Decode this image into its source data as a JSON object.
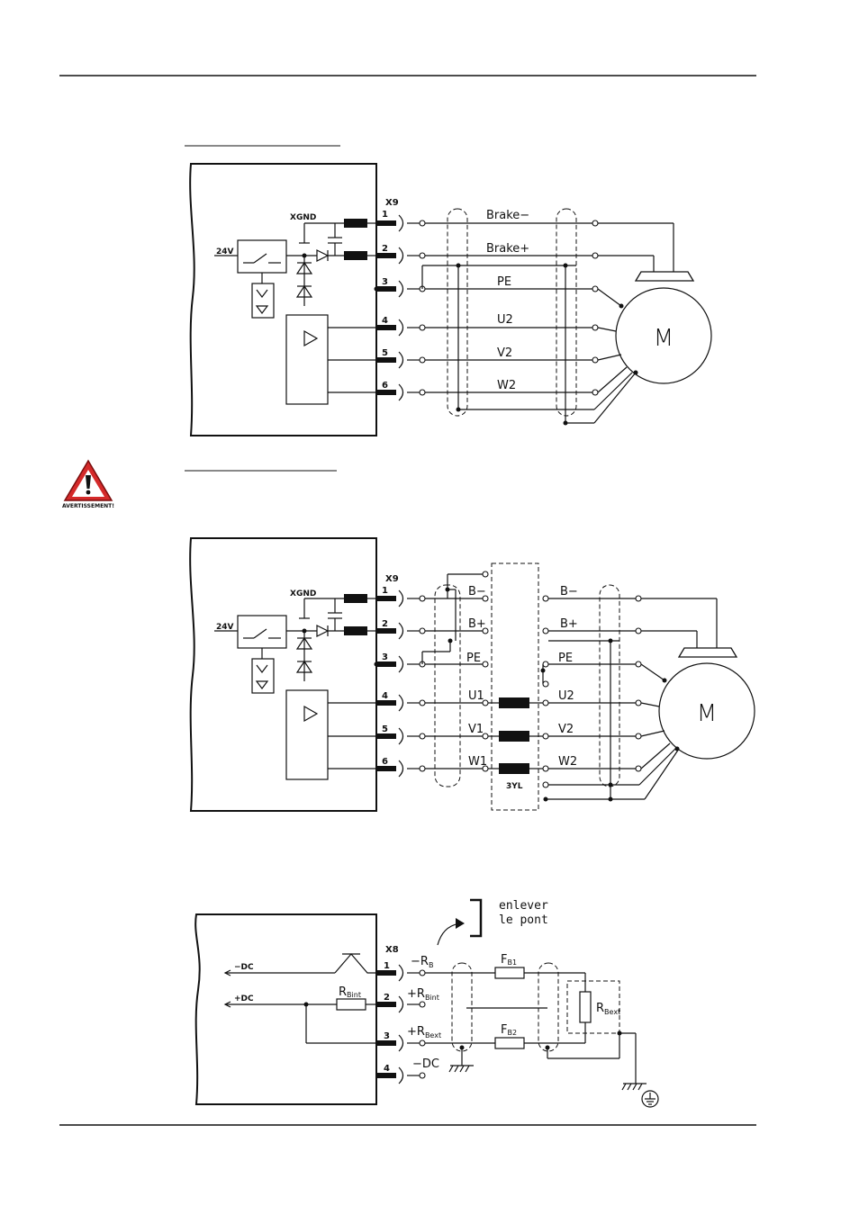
{
  "warning": {
    "label": "AVERTISSEMENT!"
  },
  "diagram1": {
    "connector": "X9",
    "xgnd": "XGND",
    "voltage": "24V",
    "pins": [
      "1",
      "2",
      "3",
      "4",
      "5",
      "6"
    ],
    "signals": [
      "Brake−",
      "Brake+",
      "PE",
      "U2",
      "V2",
      "W2"
    ],
    "motor": "M"
  },
  "diagram2": {
    "connector": "X9",
    "xgnd": "XGND",
    "voltage": "24V",
    "pins": [
      "1",
      "2",
      "3",
      "4",
      "5",
      "6"
    ],
    "left_signals": [
      "B−",
      "B+",
      "PE",
      "U1",
      "V1",
      "W1"
    ],
    "right_signals": [
      "B−",
      "B+",
      "PE",
      "U2",
      "V2",
      "W2"
    ],
    "choke": "3YL",
    "motor": "M"
  },
  "diagram3": {
    "connector": "X8",
    "minus_dc": "−DC",
    "plus_dc": "+DC",
    "rbint_main": "R",
    "rbint_sub": "Bint",
    "pins": [
      "1",
      "2",
      "3",
      "4"
    ],
    "pin_labels": [
      {
        "main": "−R",
        "sub": "B"
      },
      {
        "main": "+R",
        "sub": "Bint"
      },
      {
        "main": "+R",
        "sub": "Bext"
      },
      {
        "main": "−DC",
        "sub": ""
      }
    ],
    "fuse1": {
      "main": "F",
      "sub": "B1"
    },
    "fuse2": {
      "main": "F",
      "sub": "B2"
    },
    "rbext": {
      "main": "R",
      "sub": "Bext"
    },
    "note_line1": "enlever",
    "note_line2": "le pont"
  }
}
